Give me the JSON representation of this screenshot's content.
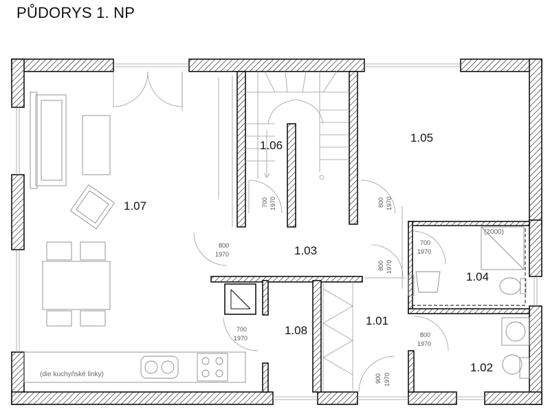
{
  "title": "PŮDORYS 1. NP",
  "rooms": {
    "r101": "1.01",
    "r102": "1.02",
    "r103": "1.03",
    "r104": "1.04",
    "r105": "1.05",
    "r106": "1.06",
    "r107": "1.07",
    "r108": "1.08"
  },
  "doors": {
    "d1_w": "800",
    "d1_h": "1970",
    "d2_w": "700",
    "d2_h": "1970",
    "d3_w": "800",
    "d3_h": "1970",
    "d4_w": "700",
    "d4_h": "1970",
    "d5_w": "800",
    "d5_h": "1970",
    "d6_w": "700",
    "d6_h": "1970",
    "d7_w": "800",
    "d7_h": "1970",
    "d8_w": "900",
    "d8_h": "1970"
  },
  "notes": {
    "kitchen": "(die kuchyňské linky)",
    "shower": "(2000)"
  }
}
